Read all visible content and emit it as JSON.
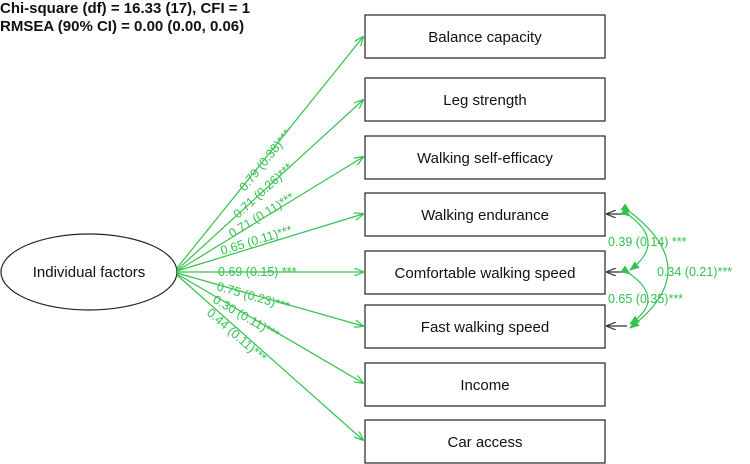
{
  "fit_stats": {
    "line1": "Chi-square (df) = 16.33 (17), CFI = 1",
    "line2": "RMSEA (90% CI) = 0.00 (0.00, 0.06)"
  },
  "latent": {
    "label": "Individual factors"
  },
  "indicators": [
    {
      "label": "Balance capacity",
      "loading": "0.79 (0.38)***"
    },
    {
      "label": "Leg strength",
      "loading": "0.71 (0.26)***"
    },
    {
      "label": "Walking self-efficacy",
      "loading": "0.71 (0.11)***"
    },
    {
      "label": "Walking endurance",
      "loading": "0.65 (0.11)***"
    },
    {
      "label": "Comfortable walking speed",
      "loading": "0.69 (0.15) ***"
    },
    {
      "label": "Fast walking speed",
      "loading": "0.75 (0.23)***"
    },
    {
      "label": "Income",
      "loading": "0.30 (0.11)***"
    },
    {
      "label": "Car access",
      "loading": "0.44 (0.11)***"
    }
  ],
  "covariances": [
    {
      "between": [
        "Walking endurance",
        "Comfortable walking speed"
      ],
      "label": "0.39 (0.14) ***"
    },
    {
      "between": [
        "Walking endurance",
        "Fast walking speed"
      ],
      "label": "0.34 (0.21)***"
    },
    {
      "between": [
        "Comfortable walking speed",
        "Fast walking speed"
      ],
      "label": "0.65 (0.35)***"
    }
  ],
  "colors": {
    "path": "#33c24d",
    "box_border": "#222222"
  }
}
